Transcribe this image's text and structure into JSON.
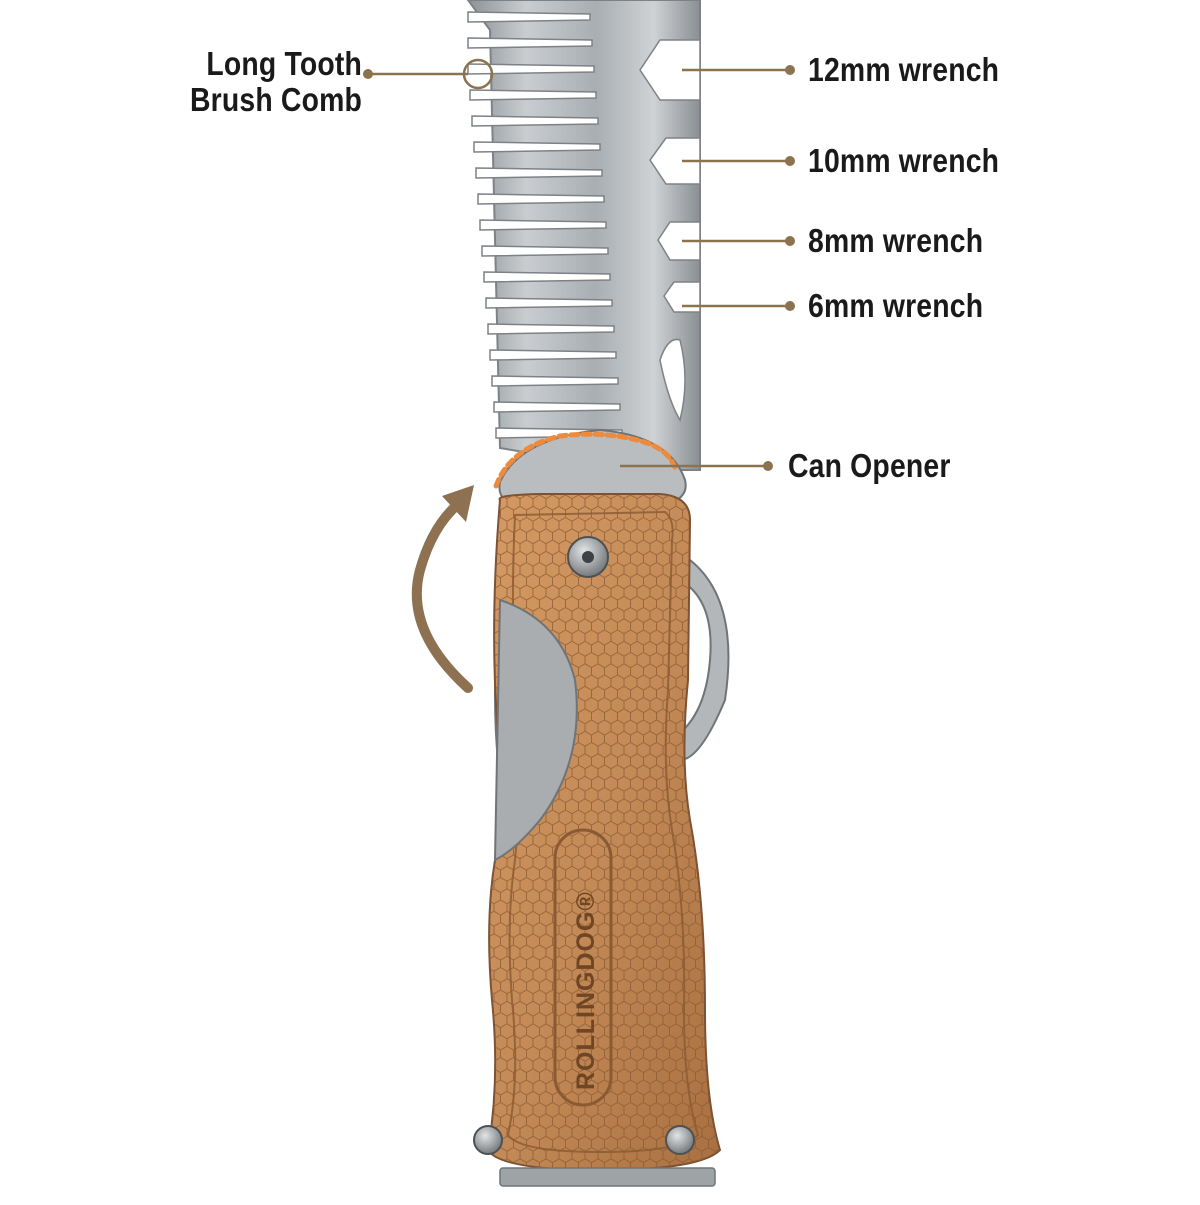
{
  "callouts": {
    "comb": {
      "line1": "Long Tooth",
      "line2": "Brush Comb"
    },
    "wrench12": "12mm wrench",
    "wrench10": "10mm wrench",
    "wrench8": "8mm wrench",
    "wrench6": "6mm wrench",
    "can_opener": "Can Opener"
  },
  "brand": {
    "logo_text": "ROLLINGDOG®"
  },
  "colors": {
    "leader": "#8b7350",
    "arrow": "#8d7150",
    "wood": "#c48a57",
    "steel": "#b4b8bb",
    "highlight": "#ee8a3c"
  }
}
